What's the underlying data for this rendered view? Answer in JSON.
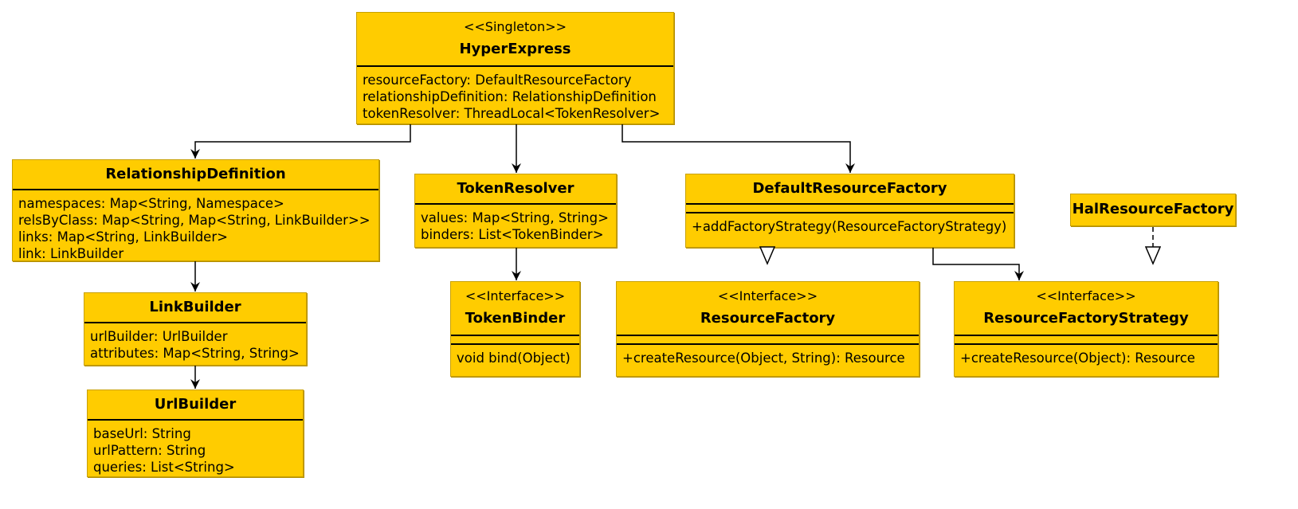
{
  "classes": {
    "hyper_express": {
      "stereotype": "<<Singleton>>",
      "name": "HyperExpress",
      "attributes": [
        "resourceFactory: DefaultResourceFactory",
        "relationshipDefinition: RelationshipDefinition",
        "tokenResolver: ThreadLocal<TokenResolver>"
      ]
    },
    "relationship_definition": {
      "name": "RelationshipDefinition",
      "attributes": [
        "namespaces: Map<String, Namespace>",
        "relsByClass: Map<String, Map<String, LinkBuilder>>",
        "links: Map<String, LinkBuilder>",
        "link: LinkBuilder"
      ]
    },
    "link_builder": {
      "name": "LinkBuilder",
      "attributes": [
        "urlBuilder: UrlBuilder",
        "attributes: Map<String, String>"
      ]
    },
    "url_builder": {
      "name": "UrlBuilder",
      "attributes": [
        "baseUrl: String",
        "urlPattern: String",
        "queries: List<String>"
      ]
    },
    "token_resolver": {
      "name": "TokenResolver",
      "attributes": [
        "values: Map<String, String>",
        "binders: List<TokenBinder>"
      ]
    },
    "token_binder": {
      "stereotype": "<<Interface>>",
      "name": "TokenBinder",
      "operations": [
        "void bind(Object)"
      ]
    },
    "default_resource_factory": {
      "name": "DefaultResourceFactory",
      "operations": [
        "+addFactoryStrategy(ResourceFactoryStrategy)"
      ]
    },
    "hal_resource_factory": {
      "name": "HalResourceFactory"
    },
    "resource_factory": {
      "stereotype": "<<Interface>>",
      "name": "ResourceFactory",
      "operations": [
        "+createResource(Object, String): Resource"
      ]
    },
    "resource_factory_strategy": {
      "stereotype": "<<Interface>>",
      "name": "ResourceFactoryStrategy",
      "operations": [
        "+createResource(Object): Resource"
      ]
    }
  },
  "relations": [
    {
      "from": "hyper_express",
      "to": "relationship_definition",
      "kind": "association"
    },
    {
      "from": "hyper_express",
      "to": "token_resolver",
      "kind": "association"
    },
    {
      "from": "hyper_express",
      "to": "default_resource_factory",
      "kind": "association"
    },
    {
      "from": "relationship_definition",
      "to": "link_builder",
      "kind": "association"
    },
    {
      "from": "link_builder",
      "to": "url_builder",
      "kind": "association"
    },
    {
      "from": "token_resolver",
      "to": "token_binder",
      "kind": "association"
    },
    {
      "from": "default_resource_factory",
      "to": "resource_factory",
      "kind": "realization"
    },
    {
      "from": "default_resource_factory",
      "to": "resource_factory_strategy",
      "kind": "association"
    },
    {
      "from": "hal_resource_factory",
      "to": "resource_factory_strategy",
      "kind": "realization"
    }
  ],
  "colors": {
    "class_fill": "#ffcc00",
    "class_border": "#c8a000",
    "line": "#000000"
  }
}
